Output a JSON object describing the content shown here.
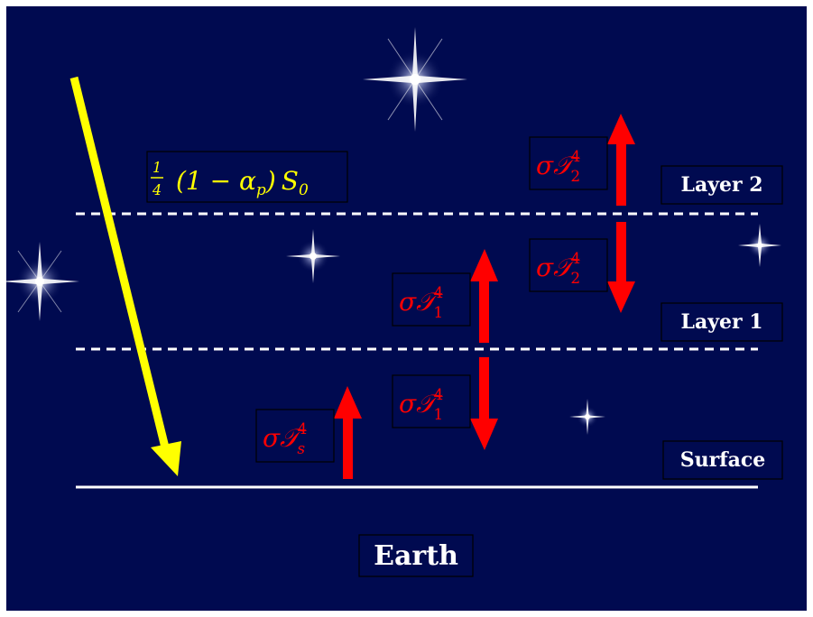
{
  "colors": {
    "background": "#000a50",
    "solar": "#ffff00",
    "flux": "#ff0000",
    "line": "#ffffff",
    "label_box_bg": "#000a50",
    "label_box_border": "#000000"
  },
  "solar_label": {
    "frac_num": "1",
    "frac_den": "4",
    "text_open": "(1 − ",
    "alpha": "α",
    "alpha_sub": "p",
    "text_close": ")",
    "s": "S",
    "s_sub": "0"
  },
  "layers": {
    "layer2": "Layer 2",
    "layer1": "Layer 1",
    "surface": "Surface",
    "earth": "Earth"
  },
  "fluxes": {
    "layer2_up": {
      "sigma": "σ",
      "T": "𝒯",
      "sub": "2",
      "sup": "4"
    },
    "layer2_down": {
      "sigma": "σ",
      "T": "𝒯",
      "sub": "2",
      "sup": "4"
    },
    "layer1_up": {
      "sigma": "σ",
      "T": "𝒯",
      "sub": "1",
      "sup": "4"
    },
    "layer1_down": {
      "sigma": "σ",
      "T": "𝒯",
      "sub": "1",
      "sup": "4"
    },
    "surface_up": {
      "sigma": "σ",
      "T": "𝒯",
      "sub": "s",
      "sup": "4"
    }
  },
  "stars": [
    "star-icon",
    "star-icon",
    "star-icon",
    "star-icon",
    "star-icon"
  ]
}
